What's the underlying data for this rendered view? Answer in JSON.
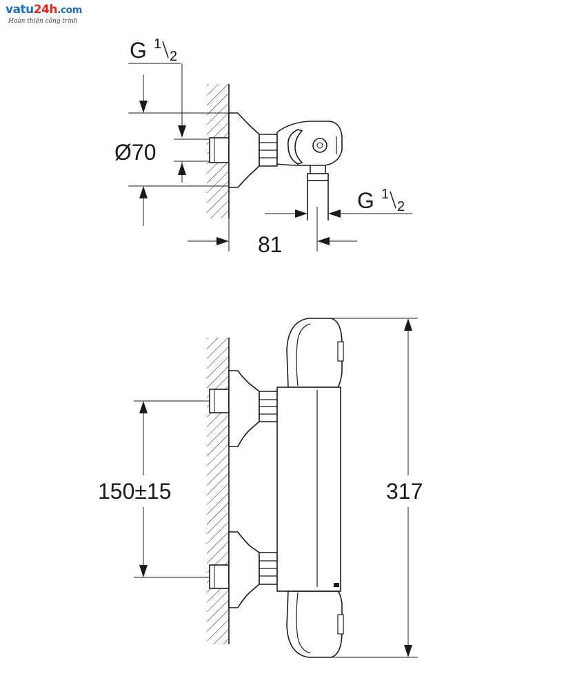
{
  "logo": {
    "brand_part1": "vatu",
    "brand_part2": "24h",
    "brand_part3": ".com",
    "tagline": "Hoàn thiện công trình"
  },
  "top_view": {
    "inlet_thread": {
      "base": "G",
      "num": "1",
      "den": "2"
    },
    "diameter_label": "Ø70",
    "outlet_thread": {
      "base": "G",
      "num": "1",
      "den": "2"
    },
    "depth_label": "81"
  },
  "front_view": {
    "centers_label": "150±15",
    "height_label": "317"
  }
}
